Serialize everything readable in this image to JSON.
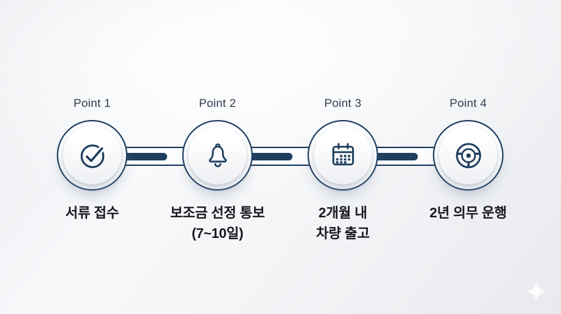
{
  "colors": {
    "accent_navy": "#1f3e5e",
    "point_label": "#2e3b4c",
    "caption_text": "#16181d",
    "background_light": "#f6f8fa",
    "background_dark": "#e8eaee"
  },
  "steps": [
    {
      "point": "Point 1",
      "icon": "check-circle-icon",
      "caption_line1": "서류 접수",
      "caption_line2": ""
    },
    {
      "point": "Point 2",
      "icon": "bell-icon",
      "caption_line1": "보조금 선정 통보",
      "caption_line2": "(7~10일)"
    },
    {
      "point": "Point 3",
      "icon": "calendar-icon",
      "caption_line1": "2개월 내",
      "caption_line2": "차량 출고"
    },
    {
      "point": "Point 4",
      "icon": "steering-wheel-icon",
      "caption_line1": "2년 의무 운행",
      "caption_line2": ""
    }
  ],
  "decoration": {
    "sparkle": "four-point-star"
  }
}
